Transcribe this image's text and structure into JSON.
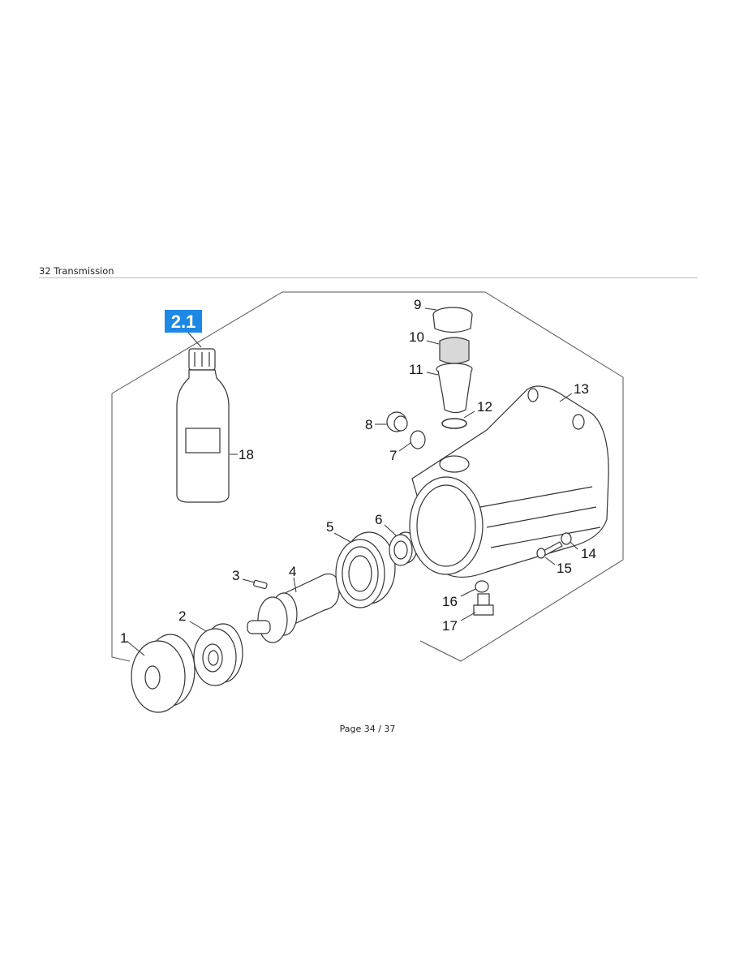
{
  "header": {
    "section_title": "32 Transmission"
  },
  "figure": {
    "badge": "2.1",
    "badge_color": "#1e88e5",
    "callouts": [
      "1",
      "2",
      "3",
      "4",
      "5",
      "6",
      "7",
      "8",
      "9",
      "10",
      "11",
      "12",
      "13",
      "14",
      "15",
      "16",
      "17",
      "18"
    ]
  },
  "footer": {
    "page_label": "Page 34 / 37"
  }
}
